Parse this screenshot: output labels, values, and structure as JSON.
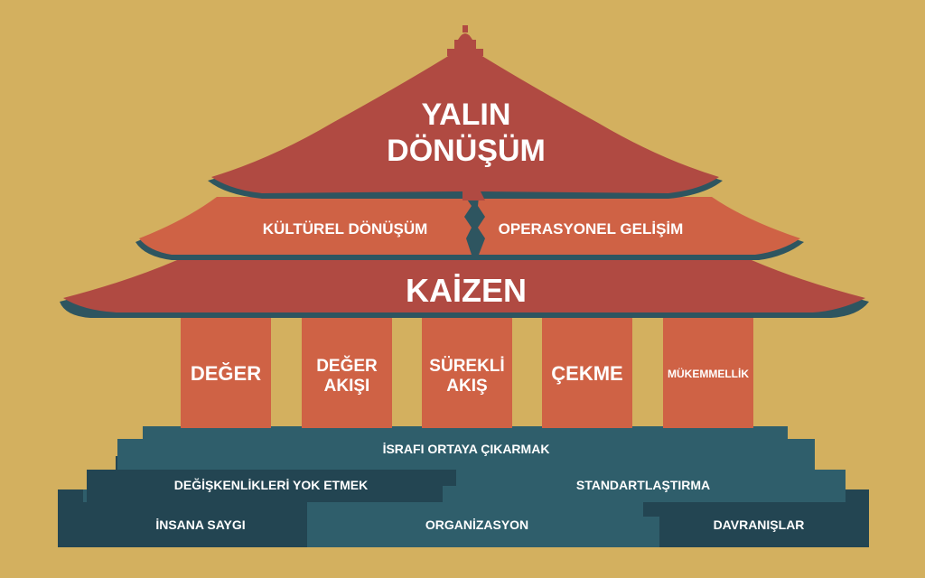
{
  "colors": {
    "background": "#d3b05f",
    "roof_red": "#b04a42",
    "roof_orange": "#cf6245",
    "roof_trim": "#2e5560",
    "pillar": "#cf6245",
    "step_light": "#2f5e6b",
    "step_dark": "#234552",
    "text": "#ffffff"
  },
  "roof": {
    "title_line1": "YALIN",
    "title_line2": "DÖNÜŞÜM"
  },
  "middle_roof": {
    "left_label": "KÜLTÜREL DÖNÜŞÜM",
    "right_label": "OPERASYONEL GELİŞİM"
  },
  "beam": {
    "label": "KAİZEN"
  },
  "pillars": [
    {
      "line1": "DEĞER",
      "line2": ""
    },
    {
      "line1": "DEĞER",
      "line2": "AKIŞI"
    },
    {
      "line1": "SÜREKLİ",
      "line2": "AKIŞ"
    },
    {
      "line1": "ÇEKME",
      "line2": ""
    },
    {
      "line1": "MÜKEMMELLİK",
      "line2": ""
    }
  ],
  "steps": {
    "top": "İSRAFI ORTAYA ÇIKARMAK",
    "middle_left": "DEĞİŞKENLİKLERİ YOK ETMEK",
    "middle_right": "STANDARTLAŞTIRMA",
    "bottom_left": "İNSANA SAYGI",
    "bottom_center": "ORGANİZASYON",
    "bottom_right": "DAVRANIŞLAR"
  }
}
